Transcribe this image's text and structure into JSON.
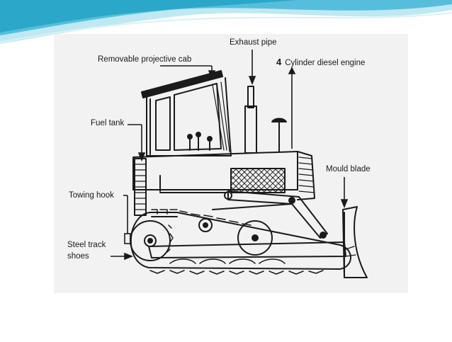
{
  "labels": {
    "exhaust_pipe": "Exhaust pipe",
    "cab": "Removable projective cab",
    "engine_number": "4",
    "engine": "Cylinder diesel engine",
    "fuel_tank": "Fuel tank",
    "mould_blade": "Mould blade",
    "towing_hook": "Towing hook",
    "track_shoes_line1": "Steel track",
    "track_shoes_line2": "shoes"
  },
  "colors": {
    "banner_dark": "#2aa7c9",
    "banner_light": "#9fe0ef",
    "ink": "#1a1a1a",
    "panel": "#f2f2f2"
  }
}
